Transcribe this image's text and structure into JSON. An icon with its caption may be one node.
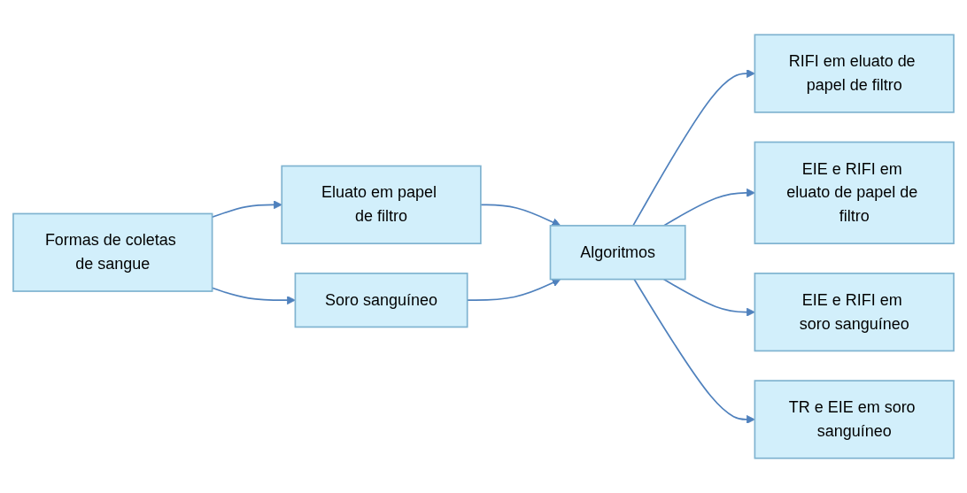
{
  "diagram": {
    "nodes": [
      {
        "text": [
          "Formas de coletas de sangue"
        ]
      },
      {
        "text": [
          "Eluato em papel de filtro"
        ]
      },
      {
        "text": [
          "Soro sanguíneo"
        ]
      },
      {
        "text": [
          "Algoritmos"
        ]
      },
      {
        "text": [
          "RIFI em eluato de papel de filtro"
        ]
      },
      {
        "text": [
          "EIE e RIFI em eluato de papel de filtro"
        ]
      },
      {
        "text": [
          "EIE e RIFI em soro sanguíneo"
        ]
      },
      {
        "text": [
          "TR e EIE em soro sanguíneo"
        ]
      }
    ],
    "edges": [
      {
        "from": 0,
        "to": 1,
        "arrow": "to"
      },
      {
        "from": 0,
        "to": 2,
        "arrow": "to"
      },
      {
        "from": 1,
        "to": 3,
        "arrow": "to"
      },
      {
        "from": 2,
        "to": 3,
        "arrow": "to"
      },
      {
        "from": 3,
        "to": 4,
        "arrow": "to"
      },
      {
        "from": 3,
        "to": 5,
        "arrow": "to"
      },
      {
        "from": 3,
        "to": 6,
        "arrow": "to"
      },
      {
        "from": 3,
        "to": 7,
        "arrow": "to"
      }
    ]
  }
}
